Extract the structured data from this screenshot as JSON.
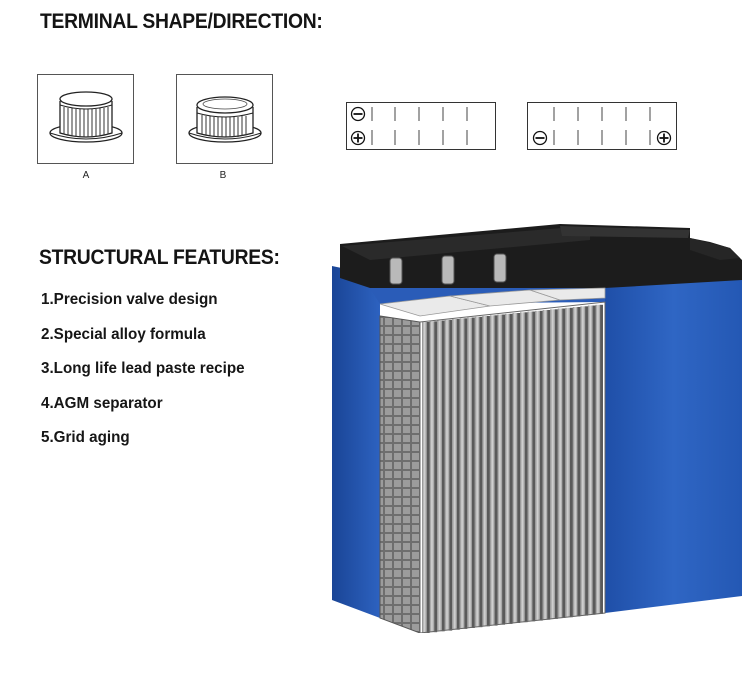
{
  "headings": {
    "terminal": "TERMINAL SHAPE/DIRECTION:",
    "structural": "STRUCTURAL FEATURES:"
  },
  "terminals": [
    {
      "label": "A"
    },
    {
      "label": "B"
    }
  ],
  "features": [
    "1.Precision valve design",
    "2.Special alloy formula",
    "3.Long life lead paste recipe",
    "4.AGM separator",
    "5.Grid aging"
  ],
  "colors": {
    "case_blue": "#2a5cb8",
    "lid_black": "#1a1a1a",
    "plate_grey": "#b8b8b8"
  }
}
